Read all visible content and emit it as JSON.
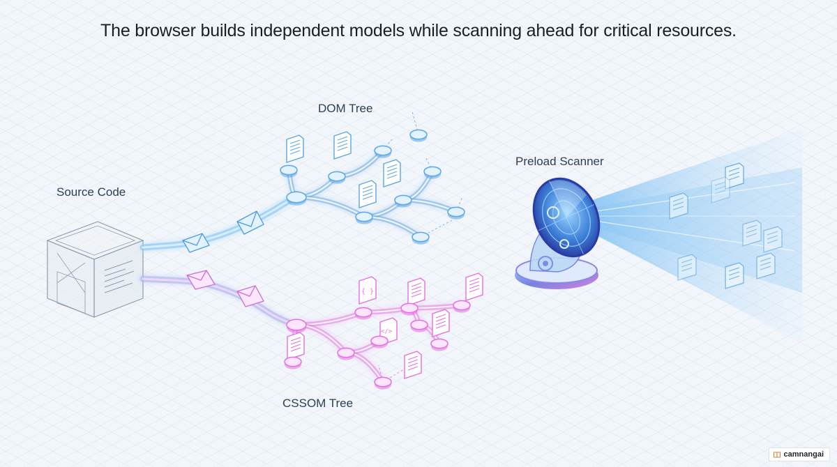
{
  "title": "The browser builds independent models while scanning ahead for critical resources.",
  "labels": {
    "source_code": "Source Code",
    "dom_tree": "DOM Tree",
    "preload_scanner": "Preload Scanner",
    "cssom_tree": "CSSOM Tree"
  },
  "watermark": {
    "text": "camnangai"
  },
  "colors": {
    "dom": "#5aa6e6",
    "cssom": "#e46fe0",
    "scanner": "#3f86d8",
    "grid": "#d6dfea",
    "cube": "#8d9cad"
  }
}
